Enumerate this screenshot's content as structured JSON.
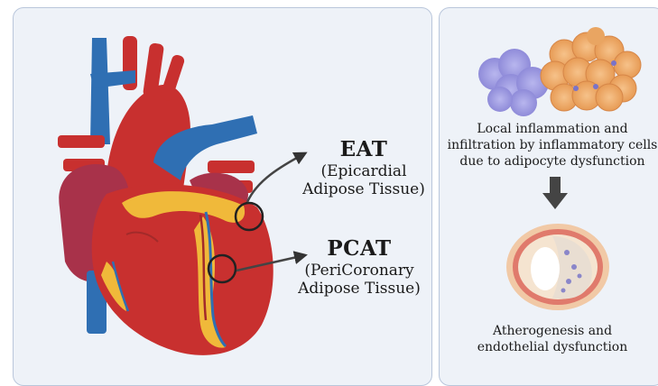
{
  "eat": {
    "abbr": "EAT",
    "line1": "(Epicardial",
    "line2": "Adipose Tissue)"
  },
  "pcat": {
    "abbr": "PCAT",
    "line1": "(PeriCoronary",
    "line2": "Adipose Tissue)"
  },
  "inflammation": {
    "line1": "Local inflammation and",
    "line2": "infiltration by inflammatory cells",
    "line3": "due to adipocyte dysfunction"
  },
  "atherogenesis": {
    "line1": "Atherogenesis and",
    "line2": "endothelial dysfunction"
  },
  "colors": {
    "panel_bg": "#eef2f8",
    "panel_border": "#b9c6db",
    "heart_red": "#c8302f",
    "vein_blue": "#2f6fb3",
    "fat_yellow": "#f0b93a",
    "arrow": "#444444"
  }
}
